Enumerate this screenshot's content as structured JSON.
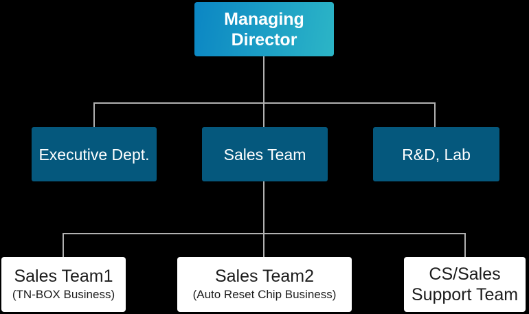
{
  "colors": {
    "background": "#000000",
    "line": "#b1b1b1",
    "level1_gradient_start": "#0b86c4",
    "level1_gradient_end": "#2cb5c6",
    "level2_box": "#05587d",
    "level3_box": "#ffffff",
    "text_light": "#ffffff",
    "text_dark": "#1c1c1c"
  },
  "org": {
    "root": {
      "label": "Managing Director"
    },
    "level2": [
      {
        "label": "Executive Dept."
      },
      {
        "label": "Sales Team"
      },
      {
        "label": "R&D, Lab"
      }
    ],
    "level3": [
      {
        "label": "Sales Team1",
        "sublabel": "(TN-BOX Business)"
      },
      {
        "label": "Sales Team2",
        "sublabel": "(Auto Reset Chip Business)"
      },
      {
        "label": "CS/Sales Support Team",
        "sublabel": ""
      }
    ]
  }
}
